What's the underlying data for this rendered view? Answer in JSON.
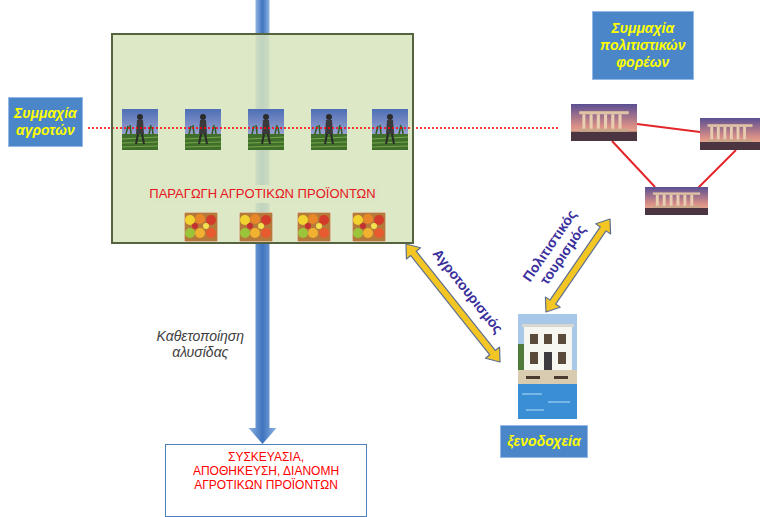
{
  "diagram": {
    "nodes": [
      {
        "text": [
          "Συμμαχία αγροτών"
        ]
      },
      {
        "text": [
          "ΠΑΡΑΓΩΓΗ ΑΓΡΟΤΙΚΩΝ ΠΡΟΪΟΝΤΩΝ"
        ]
      },
      {
        "text": [
          "ΣΥΣΚΕΥΑΣΙΑ, ΑΠΟΘΗΚΕΥΣΗ, ΔΙΑΝΟΜΗ ΑΓΡΟΤΙΚΩΝ ΠΡΟΪΟΝΤΩΝ"
        ]
      },
      {
        "text": [
          "Συμμαχία πολιτιστικών φορέων"
        ]
      },
      {
        "text": [
          "ξενοδοχεία"
        ]
      }
    ],
    "edges": [
      {
        "from": 1,
        "to": 2,
        "label": "Καθετοποίηση αλυσίδας",
        "arrow": "to"
      },
      {
        "from": 4,
        "to": 1,
        "label": "Αγροτουρισμός",
        "arrow": "both"
      },
      {
        "from": 4,
        "to": 3,
        "label": "Πολιτιστικός τουρισμός",
        "arrow": "both"
      }
    ]
  }
}
